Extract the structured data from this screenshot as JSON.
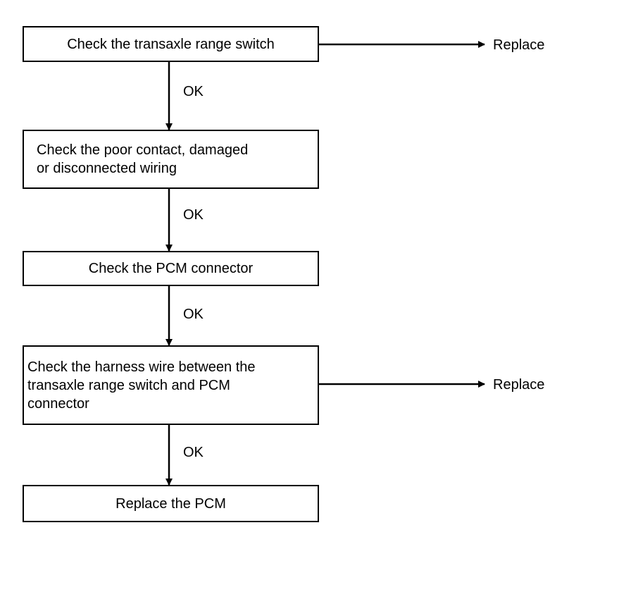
{
  "flowchart": {
    "steps": [
      {
        "text": "Check the transaxle range switch"
      },
      {
        "text": "Check the poor contact, damaged\nor disconnected wiring"
      },
      {
        "text": "Check the PCM connector"
      },
      {
        "text": "Check the harness wire between the\ntransaxle range switch and PCM\nconnector"
      },
      {
        "text": "Replace the PCM"
      }
    ],
    "ok_labels": [
      "OK",
      "OK",
      "OK",
      "OK"
    ],
    "replace_labels": [
      "Replace",
      "Replace"
    ]
  }
}
